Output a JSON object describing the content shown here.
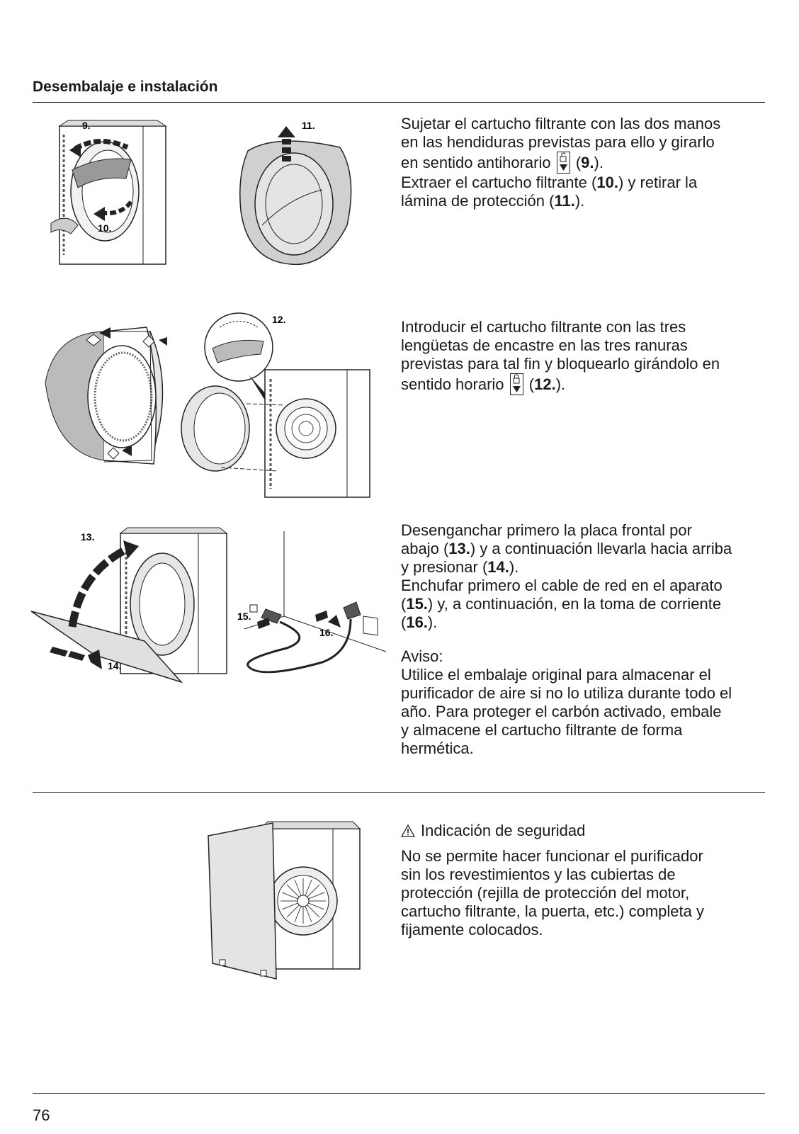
{
  "page": {
    "heading": "Desembalaje e instalación",
    "page_number": "76"
  },
  "section1": {
    "lines": [
      "Sujetar el cartucho filtrante con las dos manos",
      "en las hendiduras previstas para ello y girarlo",
      "en sentido antihorario",
      "Extraer el cartucho filtrante (",
      "lámina de protección ("
    ],
    "ref9": "9.",
    "ref10": "10.",
    "ref10_after": ") y retirar la",
    "ref11": "11.",
    "close": ").",
    "close2": ").",
    "open_paren": "(",
    "fig_labels": [
      "9.",
      "10.",
      "11."
    ],
    "lock_symbol": "unlock-icon"
  },
  "section2": {
    "lines": [
      "Introducir el cartucho filtrante con las tres",
      "lengüetas de encastre en las tres ranuras",
      "previstas para tal fin y bloquearlo girándolo en",
      "sentido horario"
    ],
    "ref12": "12.",
    "open_paren": "(",
    "close": ").",
    "fig_labels": [
      "12."
    ],
    "lock_symbol": "lock-icon"
  },
  "section3": {
    "line1": "Desenganchar primero la placa frontal por",
    "line2_a": "abajo (",
    "ref13": "13.",
    "line2_b": ") y a continuación llevarla hacia arriba",
    "line3_a": "y presionar (",
    "ref14": "14.",
    "line3_b": ").",
    "line4": "Enchufar primero el cable de red en el aparato",
    "line5_a": "(",
    "ref15": "15.",
    "line5_b": ") y, a continuación, en la toma de corriente",
    "line6_a": "(",
    "ref16": "16.",
    "line6_b": ").",
    "notice_title": "Aviso:",
    "notice_lines": [
      "Utilice el embalaje original para almacenar el",
      "purificador de aire si no lo utiliza durante todo el",
      "año. Para proteger el carbón activado, embale",
      "y almacene el cartucho filtrante de forma",
      "hermética."
    ],
    "fig_labels": [
      "13.",
      "14.",
      "15.",
      "16."
    ]
  },
  "section4": {
    "title": "Indicación de seguridad",
    "lines": [
      "No se permite hacer funcionar el purificador",
      "sin los revestimientos y las cubiertas de",
      "protección (rejilla de protección del motor,",
      "cartucho filtrante, la puerta, etc.) completa y",
      "fijamente colocados."
    ],
    "icon": "warning-triangle-icon"
  }
}
